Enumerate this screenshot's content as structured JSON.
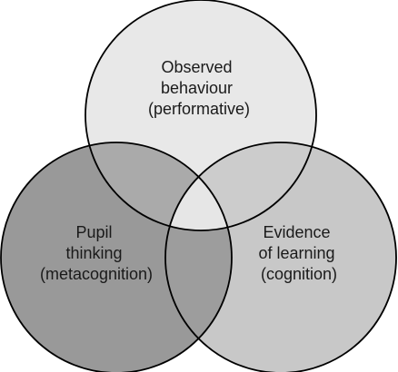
{
  "diagram": {
    "type": "venn",
    "colors": {
      "observed": "#e8e8e8",
      "pupil": "#999999",
      "evidence": "#c8c8c8",
      "pupil_observed_overlap": "#aaaaaa",
      "observed_evidence_overlap": "#cccccc",
      "center_overlap": "#e6e6e6",
      "pupil_evidence_overlap": "#9d9d9d",
      "stroke": "#000000"
    },
    "circles": {
      "observed": {
        "lines": [
          "Observed",
          "behaviour",
          "(performative)"
        ]
      },
      "pupil": {
        "lines": [
          "Pupil",
          "thinking",
          "(metacognition)"
        ]
      },
      "evidence": {
        "lines": [
          "Evidence",
          "of learning",
          "(cognition)"
        ]
      }
    }
  }
}
